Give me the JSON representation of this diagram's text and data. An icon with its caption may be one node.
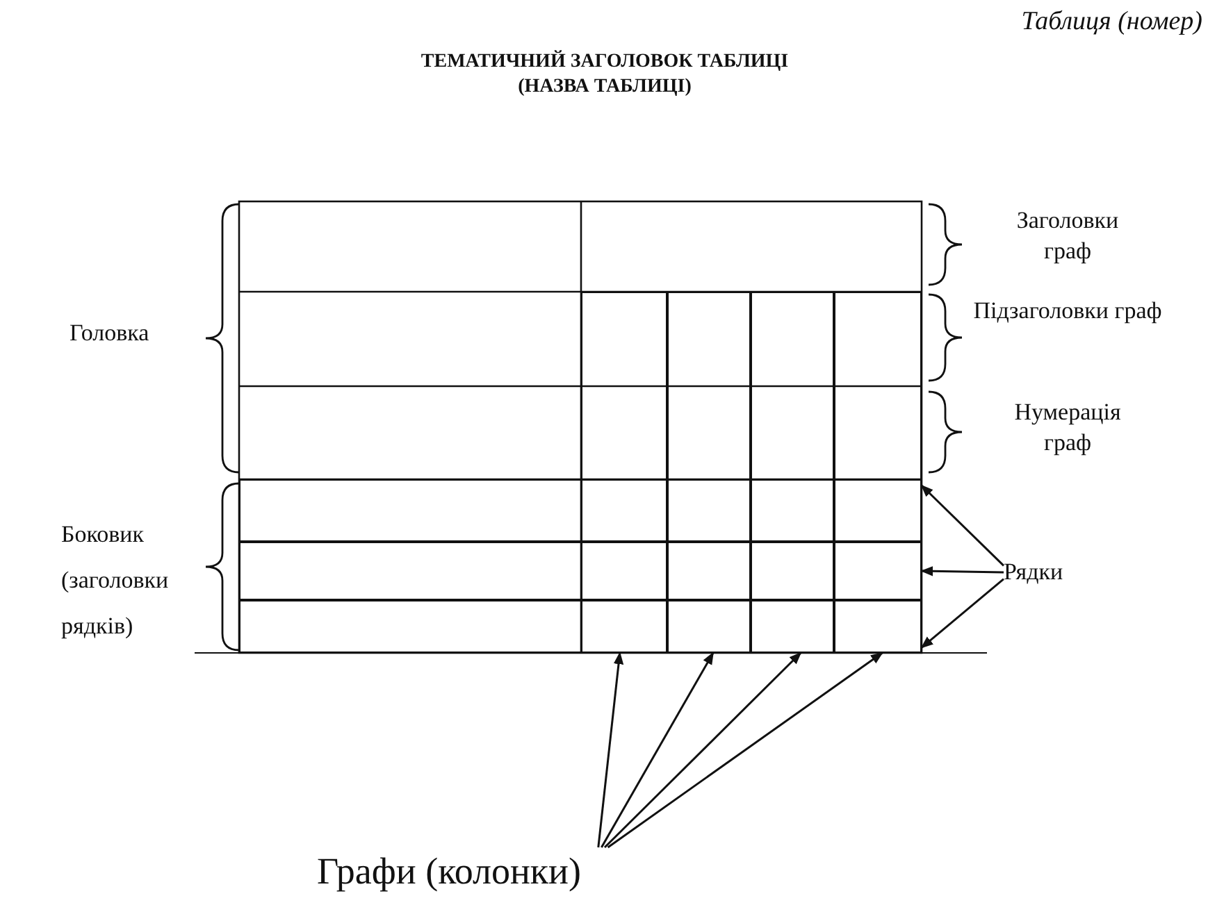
{
  "diagram": {
    "title": "ТЕМАТИЧНИЙ ЗАГОЛОВОК ТАБЛИЦІ (НАЗВА ТАБЛИЦІ)",
    "nodes": [
      {
        "text": [
          "Рядки"
        ]
      },
      {
        "text": [
          "Графи (колонки)"
        ]
      },
      {
        "text": [],
        "shape": "box"
      },
      {
        "text": [],
        "shape": "box"
      },
      {
        "text": [],
        "shape": "box"
      },
      {
        "text": [],
        "shape": "box"
      },
      {
        "text": [],
        "shape": "box"
      },
      {
        "text": [],
        "shape": "box"
      },
      {
        "text": [],
        "shape": "box"
      }
    ],
    "edges": [
      {
        "from": 0,
        "to": 2,
        "arrow": "to"
      },
      {
        "from": 0,
        "to": 3,
        "arrow": "to"
      },
      {
        "from": 0,
        "to": 4,
        "arrow": "to"
      },
      {
        "from": 1,
        "to": 5,
        "arrow": "to"
      },
      {
        "from": 1,
        "to": 6,
        "arrow": "to"
      },
      {
        "from": 1,
        "to": 7,
        "arrow": "to"
      },
      {
        "from": 1,
        "to": 8,
        "arrow": "to"
      }
    ],
    "labels": [
      "Таблиця (номер)",
      "Заголовки граф",
      "Головка",
      "Підзаголовки граф",
      "Нумерація граф",
      "Боковик (заголовки рядків)"
    ]
  }
}
